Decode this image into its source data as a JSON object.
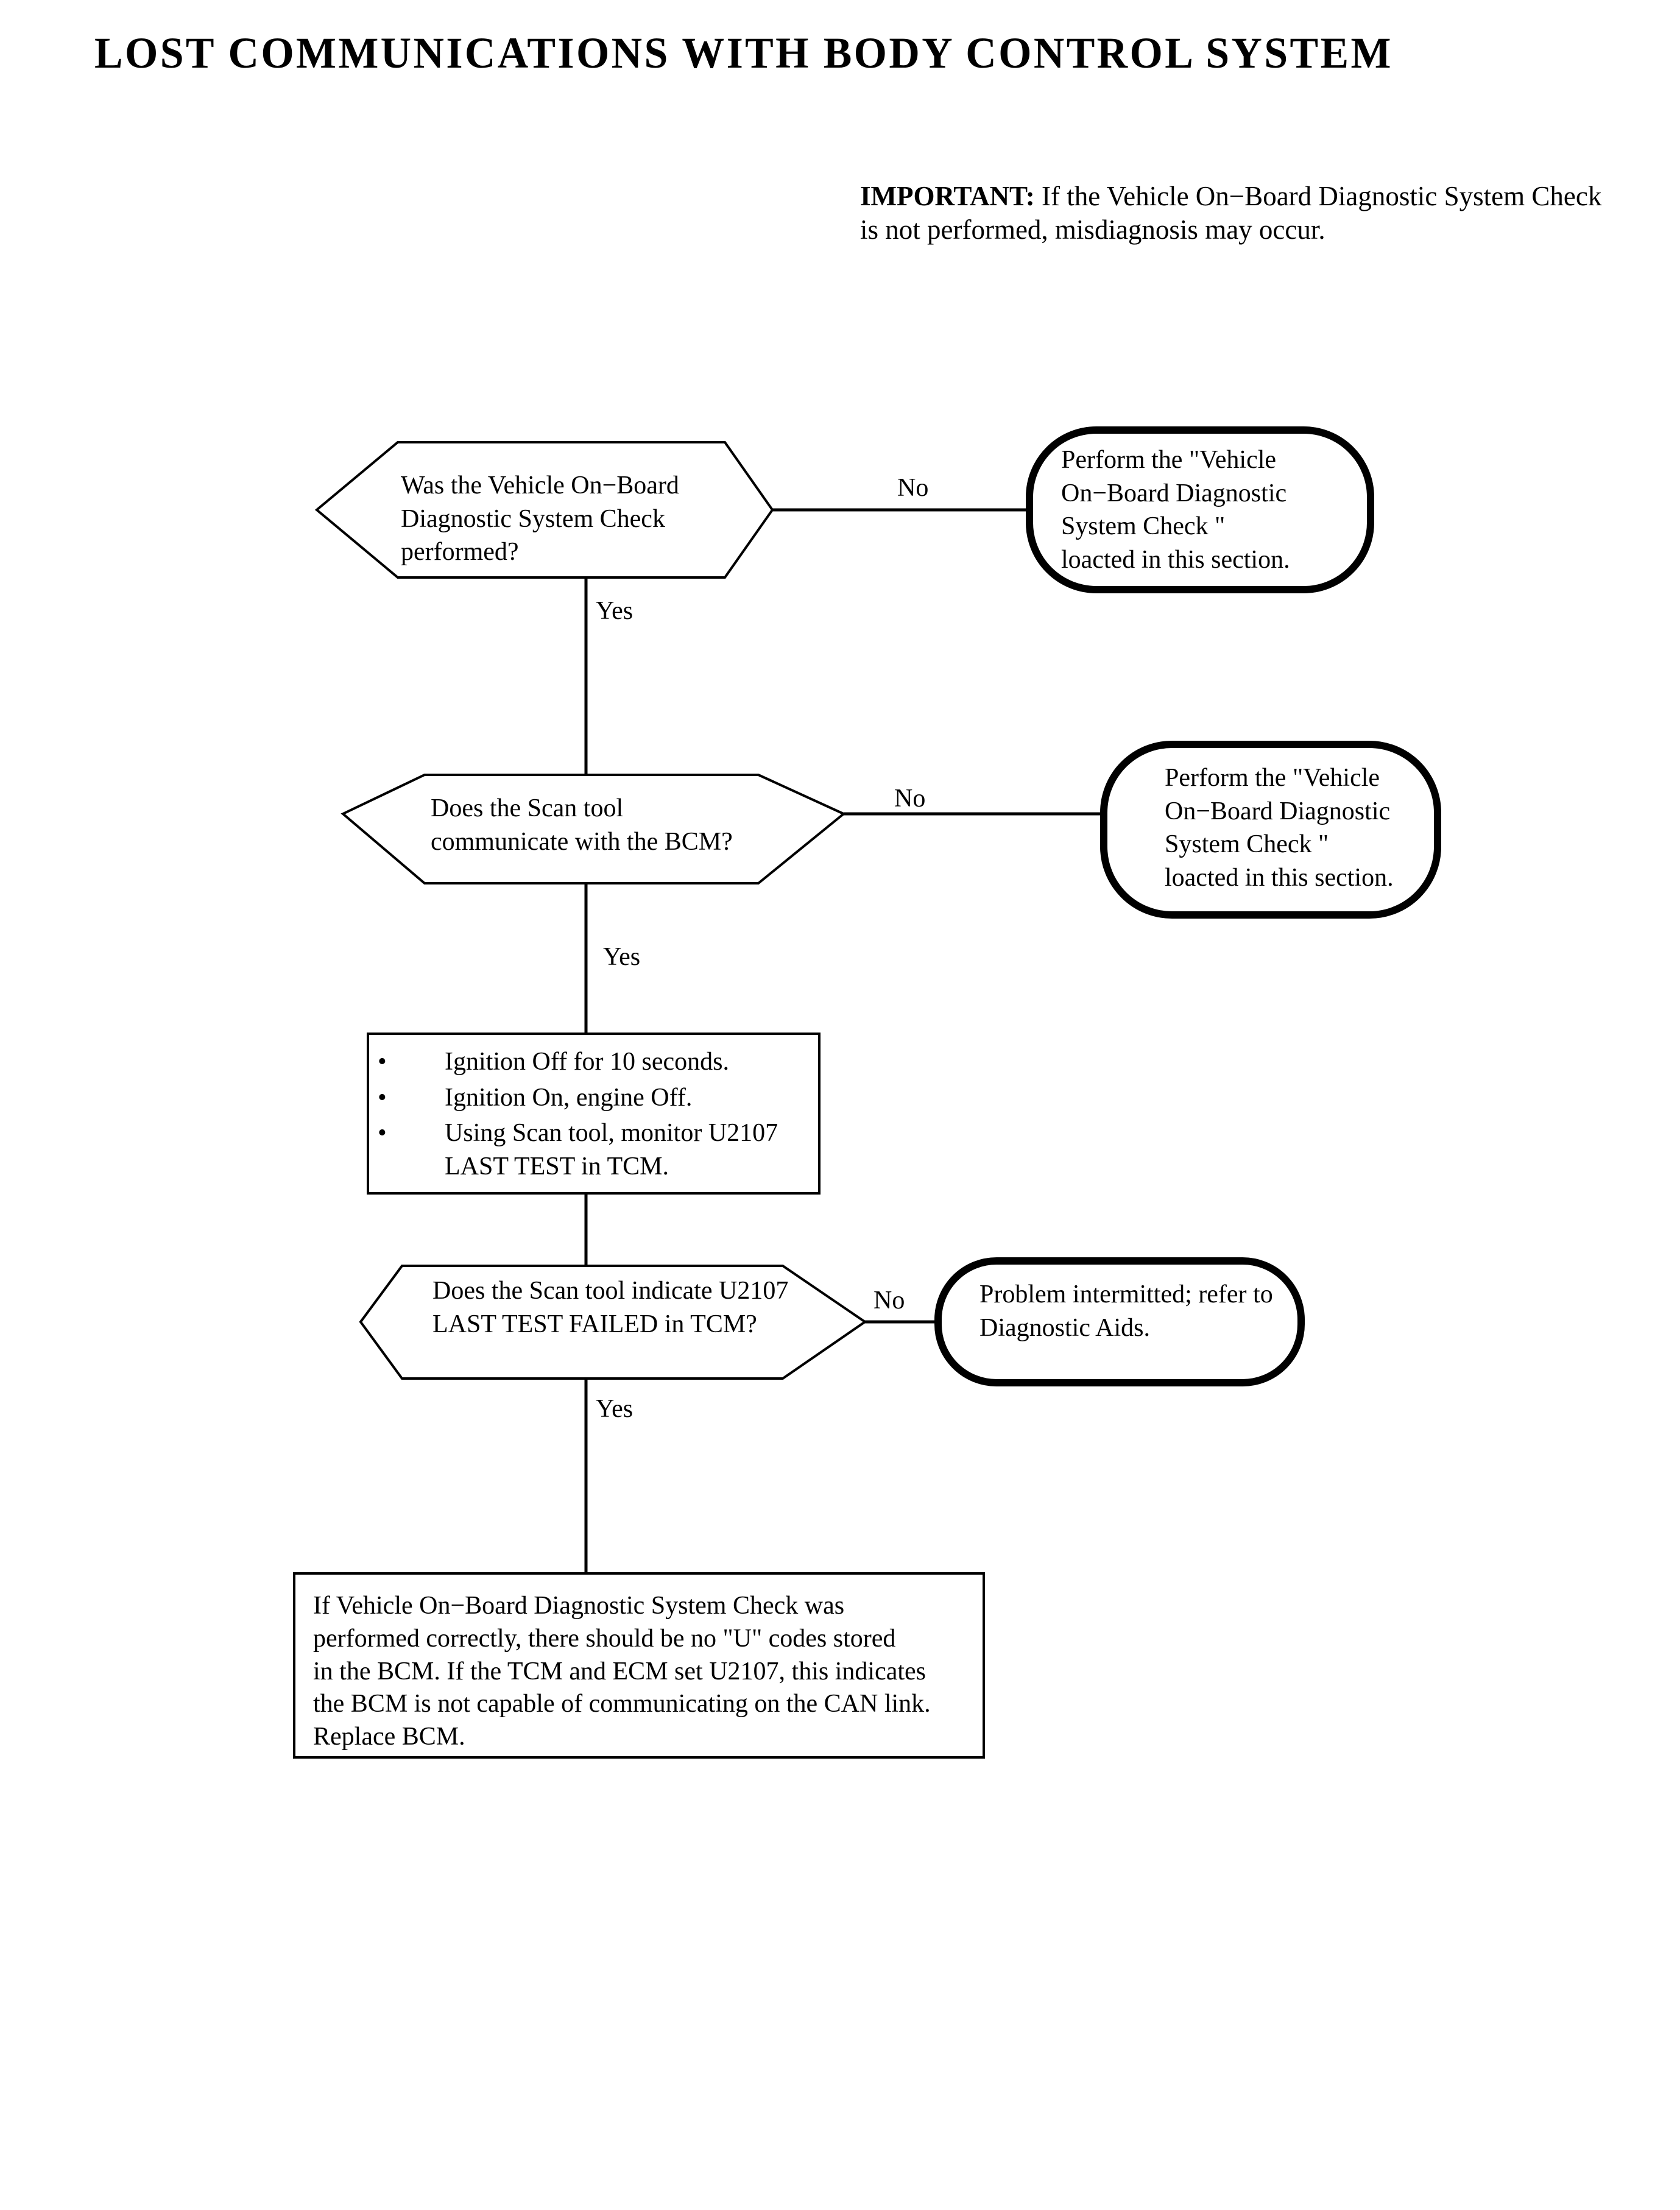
{
  "title": "LOST COMMUNICATIONS WITH BODY CONTROL SYSTEM",
  "important": {
    "lead": "IMPORTANT:",
    "body": " If the Vehicle  On−Board Diagnostic System Check is not performed, misdiagnosis may occur."
  },
  "nodes": {
    "decision_1": {
      "shape": "hexagon",
      "text": "Was the Vehicle On−Board\nDiagnostic System Check\nperformed?"
    },
    "action_1": {
      "shape": "stadium",
      "text": "Perform the \"Vehicle\nOn−Board Diagnostic\nSystem Check \"\nloacted in this section."
    },
    "decision_2": {
      "shape": "hexagon",
      "text": "Does the Scan tool\ncommunicate with the BCM?"
    },
    "action_2": {
      "shape": "stadium",
      "text": "Perform the \"Vehicle\nOn−Board Diagnostic\nSystem Check \"\nloacted in this section."
    },
    "steps_box": {
      "shape": "rectangle",
      "bullet": "•",
      "items": [
        "Ignition Off for 10 seconds.",
        "Ignition On, engine Off.",
        "Using Scan tool, monitor U2107\nLAST TEST in TCM."
      ]
    },
    "decision_3": {
      "shape": "hexagon",
      "text": "Does the Scan tool indicate U2107\nLAST TEST FAILED in TCM?"
    },
    "action_3": {
      "shape": "stadium",
      "text": "Problem intermitted; refer to\nDiagnostic Aids."
    },
    "conclusion_box": {
      "shape": "rectangle",
      "text": "If Vehicle On−Board Diagnostic System Check was\nperformed correctly, there should be no \"U\" codes stored\nin the BCM.  If the TCM and ECM set U2107, this indicates\nthe BCM is not capable of communicating on the CAN link.\nReplace BCM."
    }
  },
  "edges": {
    "no_1": "No",
    "yes_1": "Yes",
    "no_2": "No",
    "yes_2": "Yes",
    "no_3": "No",
    "yes_3": "Yes"
  },
  "colors": {
    "ink": "#000000",
    "paper": "#ffffff"
  }
}
